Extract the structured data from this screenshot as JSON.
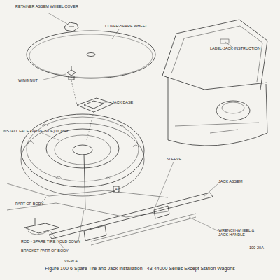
{
  "diagram": {
    "caption": "Figure 100-6 Spare Tire and Jack Installation - 43-44000 Series Except Station Wagons",
    "labels": [
      "RETAINER ASSEM WHEEL COVER",
      "COVER-SPARE WHEEL",
      "WING NUT",
      "JACK BASE",
      "INSTALL FACE (VALVE SIDE) DOWN",
      "PART OF BODY",
      "ROD - SPARE TIRE HOLD DOWN",
      "BRACKET-PART OF BODY",
      "VIEW A",
      "A",
      "LABEL-JACK INSTRUCTION",
      "SLEEVE",
      "JACK ASSEM",
      "WRENCH-WHEEL & JACK HANDLE",
      "100-20A"
    ]
  }
}
